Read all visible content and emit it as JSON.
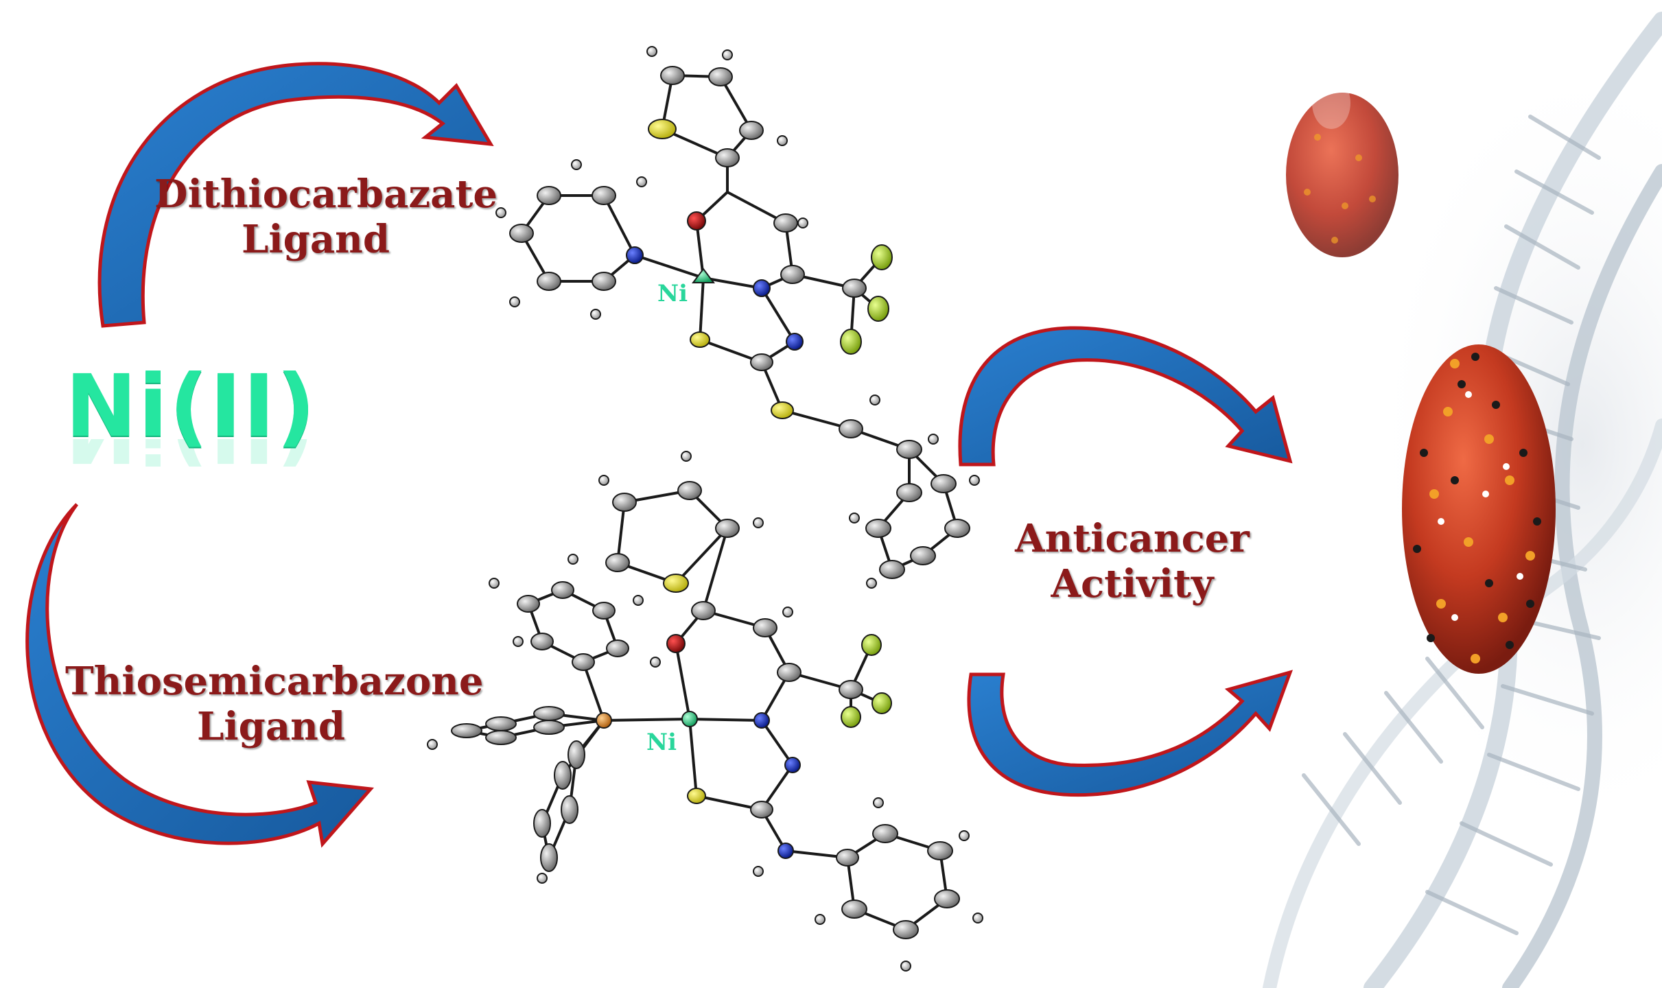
{
  "metal_center": "Ni(II)",
  "ligand_top": {
    "line1": "Dithiocarbazate",
    "line2": "Ligand"
  },
  "ligand_bottom": {
    "line1": "Thiosemicarbazone",
    "line2": "Ligand"
  },
  "outcome": {
    "line1": "Anticancer",
    "line2": "Activity"
  },
  "complex_top_metal_label": "Ni",
  "complex_bottom_metal_label": "Ni",
  "colors": {
    "arrow_fill": "#1f6bb5",
    "arrow_outline": "#c0161b",
    "label_text": "#8b1a1a",
    "metal_text": "#25e6a0",
    "carbon": "#8c8c8c",
    "sulfur": "#e8e020",
    "nitrogen": "#1530c8",
    "oxygen": "#b01010",
    "fluorine": "#a8d830",
    "phosphorus": "#e0902a",
    "cell": "#c2301e"
  }
}
